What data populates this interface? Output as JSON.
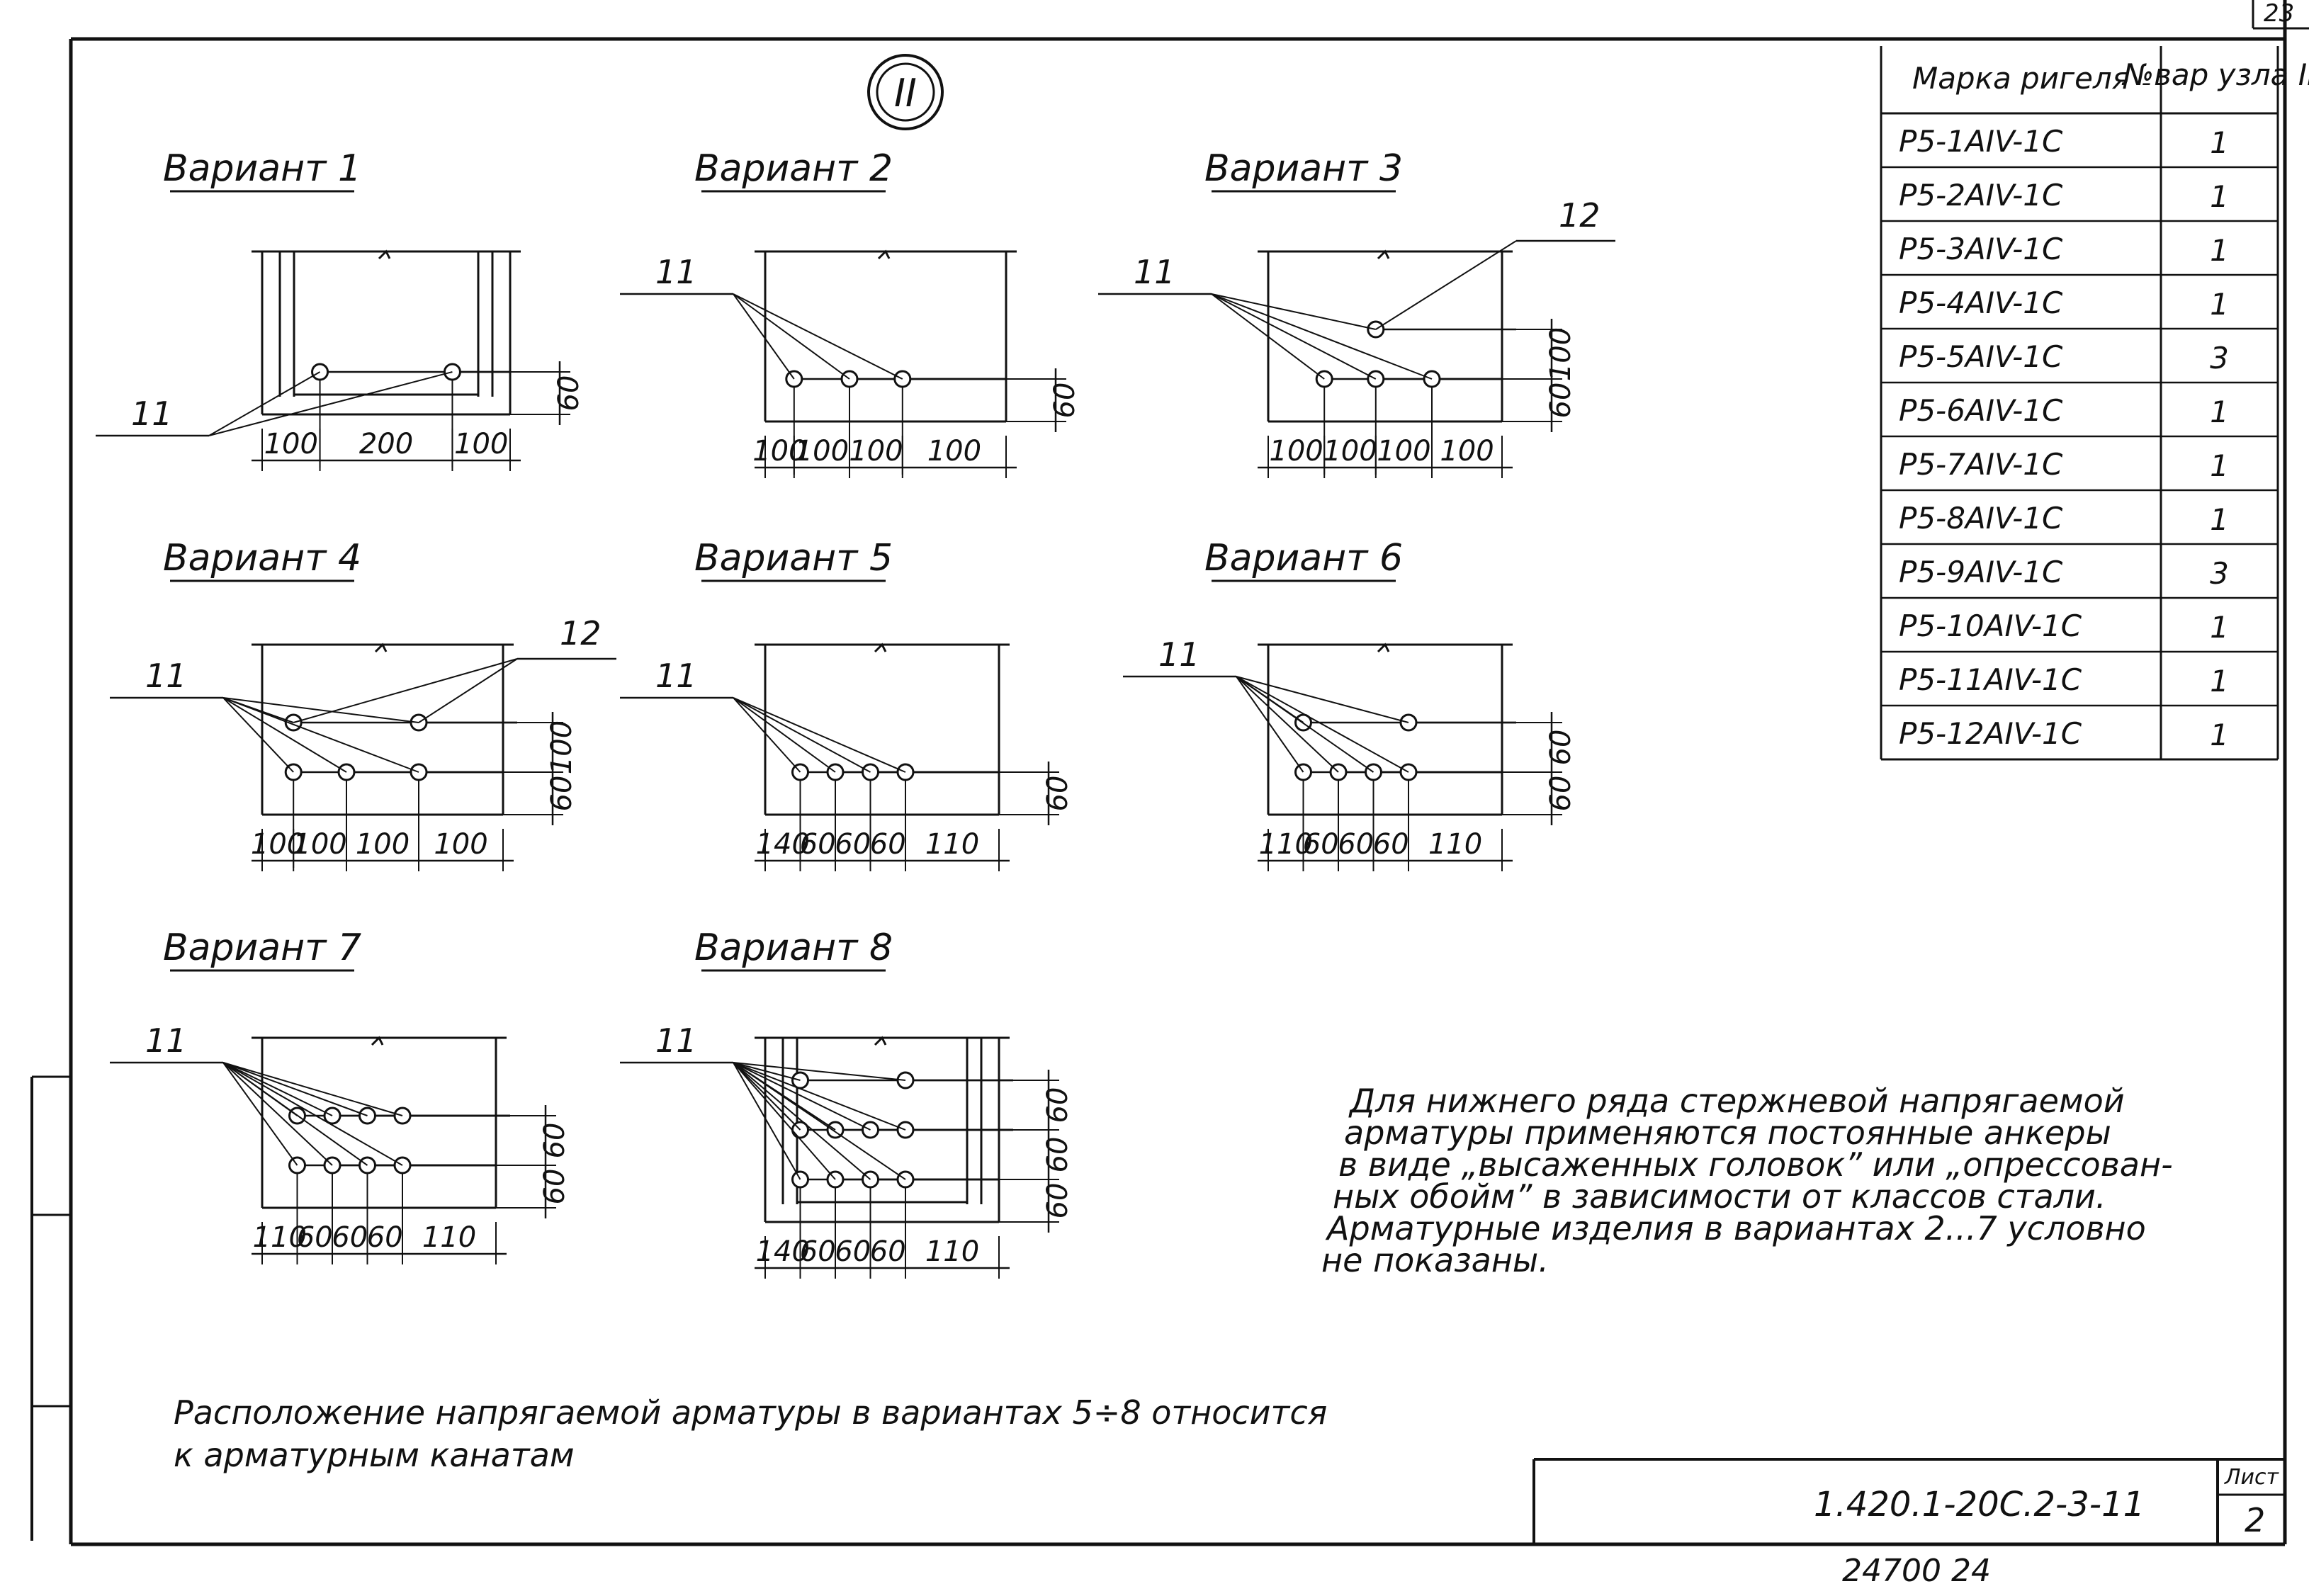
{
  "page_number": "23",
  "node_label": "II",
  "variants": [
    {
      "title": "Вариант 1",
      "dims": [
        "100",
        "200",
        "100"
      ],
      "vdims": [
        "60"
      ],
      "marks": [
        "11"
      ]
    },
    {
      "title": "Вариант 2",
      "dims": [
        "100",
        "100",
        "100",
        "100"
      ],
      "vdims": [
        "60"
      ],
      "marks": [
        "11"
      ]
    },
    {
      "title": "Вариант 3",
      "dims": [
        "100",
        "100",
        "100",
        "100"
      ],
      "vdims": [
        "60",
        "100"
      ],
      "marks": [
        "11",
        "12"
      ]
    },
    {
      "title": "Вариант 4",
      "dims": [
        "100",
        "100",
        "100",
        "100"
      ],
      "vdims": [
        "60",
        "100"
      ],
      "marks": [
        "11",
        "12"
      ]
    },
    {
      "title": "Вариант 5",
      "dims": [
        "140",
        "60",
        "60",
        "60",
        "110"
      ],
      "vdims": [
        "60"
      ],
      "marks": [
        "11"
      ]
    },
    {
      "title": "Вариант 6",
      "dims": [
        "110",
        "60",
        "60",
        "60",
        "110"
      ],
      "vdims": [
        "60",
        "60"
      ],
      "marks": [
        "11"
      ]
    },
    {
      "title": "Вариант 7",
      "dims": [
        "110",
        "60",
        "60",
        "60",
        "110"
      ],
      "vdims": [
        "60",
        "60"
      ],
      "marks": [
        "11"
      ]
    },
    {
      "title": "Вариант 8",
      "dims": [
        "140",
        "60",
        "60",
        "60",
        "110"
      ],
      "vdims": [
        "60",
        "60",
        "60"
      ],
      "marks": [
        "11"
      ]
    }
  ],
  "table": {
    "header": [
      "Марка ригеля",
      "№вар узла II"
    ],
    "rows": [
      [
        "Р5-1АIV-1С",
        "1"
      ],
      [
        "Р5-2АIV-1С",
        "1"
      ],
      [
        "Р5-3АIV-1С",
        "1"
      ],
      [
        "Р5-4АIV-1С",
        "1"
      ],
      [
        "Р5-5АIV-1С",
        "3"
      ],
      [
        "Р5-6АIV-1С",
        "1"
      ],
      [
        "Р5-7АIV-1С",
        "1"
      ],
      [
        "Р5-8АIV-1С",
        "1"
      ],
      [
        "Р5-9АIV-1С",
        "3"
      ],
      [
        "Р5-10АIV-1С",
        "1"
      ],
      [
        "Р5-11АIV-1С",
        "1"
      ],
      [
        "Р5-12АIV-1С",
        "1"
      ]
    ]
  },
  "note_lines": [
    "Для нижнего ряда стержневой напрягаемой",
    "арматуры применяются постоянные анкеры",
    "в виде „высаженных головок” или „опрессован-",
    "ных обойм” в зависимости от классов стали.",
    "Арматурные изделия в вариантах 2...7 условно",
    "не показаны."
  ],
  "bottom_note": [
    "Расположение напрягаемой арматуры в вариантах 5÷8 относится",
    "к арматурным канатам"
  ],
  "stamp": {
    "code": "1.420.1-20С.2-3-11",
    "sheet_label": "Лист",
    "sheet_no": "2"
  },
  "footer_number": "24700  24"
}
